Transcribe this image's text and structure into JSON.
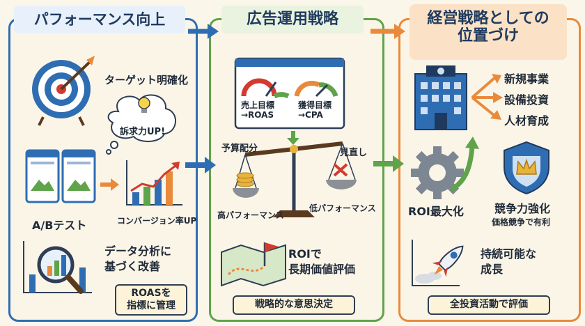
{
  "columns": [
    {
      "title": "パフォーマンス向上",
      "items": {
        "target": "ターゲット明確化",
        "bubble": "訴求力UP!",
        "ab_test": "A/Bテスト",
        "conversion": "コンバージョン率UP",
        "data_analysis": "データ分析に\n基づく改善"
      },
      "footer": "ROASを\n指標に管理"
    },
    {
      "title": "広告運用戦略",
      "items": {
        "sales_goal": "売上目標\n→ROAS",
        "acq_goal": "獲得目標\n→CPA",
        "budget": "予算配分",
        "review": "見直し",
        "high_perf": "高パフォーマンス",
        "low_perf": "低パフォーマンス",
        "roi_eval": "ROIで\n長期価値評価"
      },
      "footer": "戦略的な意思決定"
    },
    {
      "title": "経営戦略としての\n位置づけ",
      "items": {
        "new_biz": "新規事業",
        "equipment": "設備投資",
        "hr": "人材育成",
        "roi_max": "ROI最大化",
        "competitive": "競争力強化",
        "price_comp": "価格競争で有利",
        "growth": "持続可能な\n成長"
      },
      "footer": "全投資活動で評価"
    }
  ],
  "colors": {
    "blue": "#2f6db3",
    "green": "#5fa34a",
    "orange": "#e98a3a",
    "navy": "#1f3a5f",
    "gold": "#e8b33a",
    "red": "#d23b2f"
  }
}
